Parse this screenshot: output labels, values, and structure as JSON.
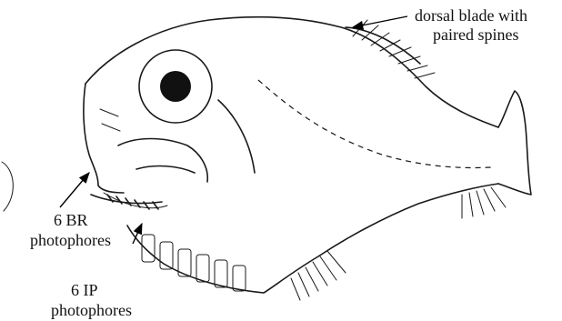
{
  "labels": {
    "dorsal_line1": "dorsal blade with",
    "dorsal_line2": "paired spines",
    "br_line1": "6 BR",
    "br_line2": "photophores",
    "ip_line1": "6 IP",
    "ip_line2": "photophores"
  }
}
